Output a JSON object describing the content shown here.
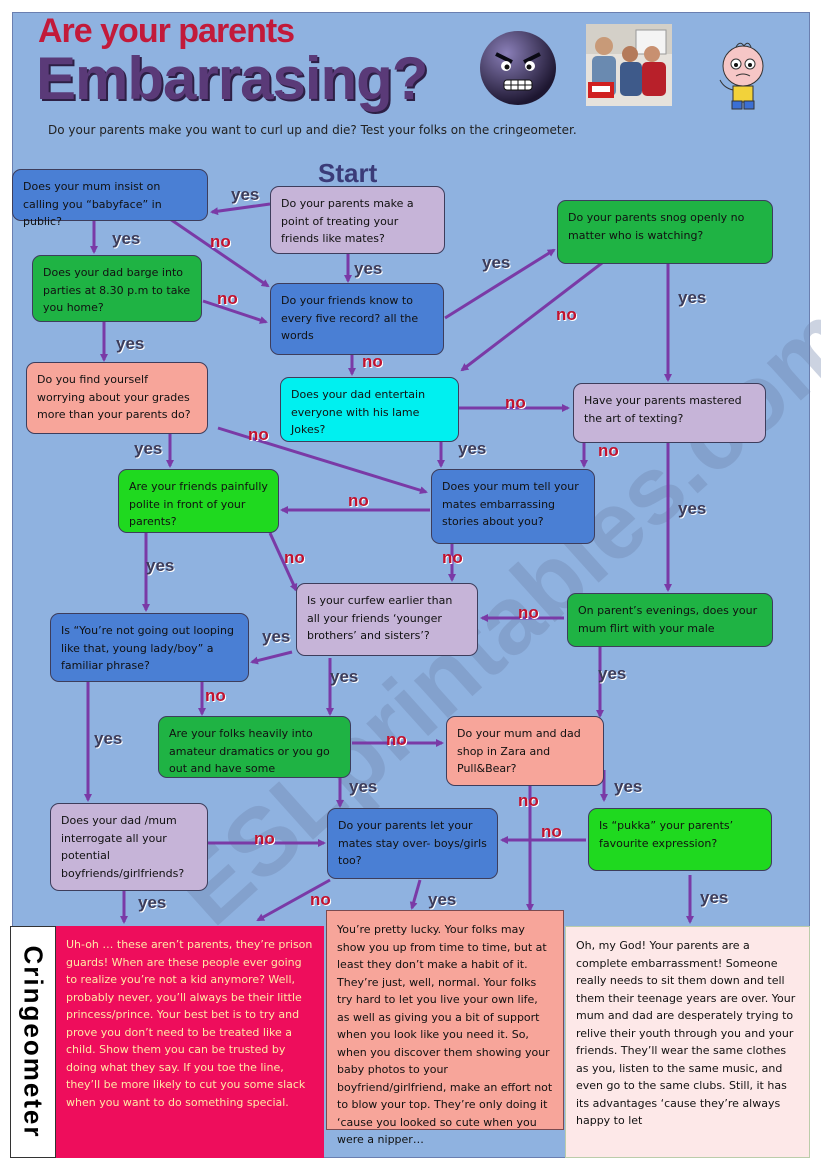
{
  "header": {
    "title_line1": "Are your parents",
    "title_line2": "Embarrasing?",
    "subtitle": "Do your parents make you want to curl up and die? Test your folks on the cringeometer."
  },
  "start_label": "Start",
  "watermark": "ESLprintables.com",
  "questions": {
    "q_babyface": "Does your mum insist on calling you “babyface” in public?",
    "q_mates": "Do your parents make a point of treating your friends like mates?",
    "q_snog": "Do your parents snog openly no matter who is watching?",
    "q_barge": "Does your dad barge into parties at 8.30 p.m to take you home?",
    "q_record": "Do your friends know to every five record? all the words",
    "q_grades": "Do you find yourself worrying about your grades more than your parents do?",
    "q_lame": "Does your dad entertain everyone with his lame Jokes?",
    "q_texting": "Have your parents mastered the art of texting?",
    "q_polite": "Are your friends painfully polite in front of your parents?",
    "q_stories": "Does your mum tell your mates embarrassing stories  about you?",
    "q_curfew": "Is your curfew earlier than all your friends ‘younger brothers’ and sisters’?",
    "q_flirt": "On parent’s evenings, does your mum flirt with your male",
    "q_looping": "Is “You’re not going out looping like that, young lady/boy” a familiar phrase?",
    "q_drama": "Are your folks heavily into amateur dramatics or you go out and have some",
    "q_zara": "Do your mum and dad shop in Zara and Pull&Bear?",
    "q_interrogate": "Does your dad /mum interrogate all your potential boyfriends/girlfriends?",
    "q_stayover": "Do your parents let your mates stay over- boys/girls too?",
    "q_pukka": "Is “pukka” your parents’ favourite expression?"
  },
  "labels": {
    "yes": "yes",
    "no": "no"
  },
  "cringeometer": "Cringeometer",
  "results": {
    "strict": "Uh-oh … these aren’t parents, they’re prison guards! When are these people ever going to realize you’re not a kid anymore? Well, probably never, you’ll always be their little princess/prince. Your best bet is to try and prove you don’t need to be treated like a child. Show them you can be trusted by doing what they say. If you toe the line, they’ll be more likely to cut you some slack when you want to do something special.",
    "lucky": "You’re pretty lucky. Your folks may show you up from time to time, but at least they don’t make a habit of it. They’re just, well, normal. Your folks try hard to let you live your own life, as well as giving you a bit of support when you look like you need it. So, when you discover them showing your baby photos to your boyfriend/girlfriend, make an effort not to blow your top. They’re only doing it ‘cause you looked so cute when you were a nipper…",
    "embarrassing": "Oh, my God! Your parents are a complete embarrassment! Someone really needs to sit them down and tell them their teenage years are over. Your mum and dad are desperately trying to relive their youth through you and your friends. They’ll wear the same clothes as you, listen to the same music, and even go to the same clubs. Still, it has its advantages ‘cause they’re always happy to let"
  },
  "colors": {
    "background": "#8fb2e0",
    "arrow": "#7a3aa6",
    "yes_label": "#3c3c5a",
    "no_label": "#c1122f",
    "box_blue": "#4a7fd4",
    "box_lavender": "#c6b4d8",
    "box_green": "#1fb344",
    "box_light_green": "#1fd91f",
    "box_salmon": "#f7a59a",
    "box_cyan": "#00f0f0",
    "result_strict": "#ee0d5c",
    "result_lucky": "#f7a59a",
    "result_embarrassing": "#fde8e8"
  },
  "images": [
    "angry-face-icon",
    "parents-photo",
    "embarrassed-boy-cartoon"
  ]
}
